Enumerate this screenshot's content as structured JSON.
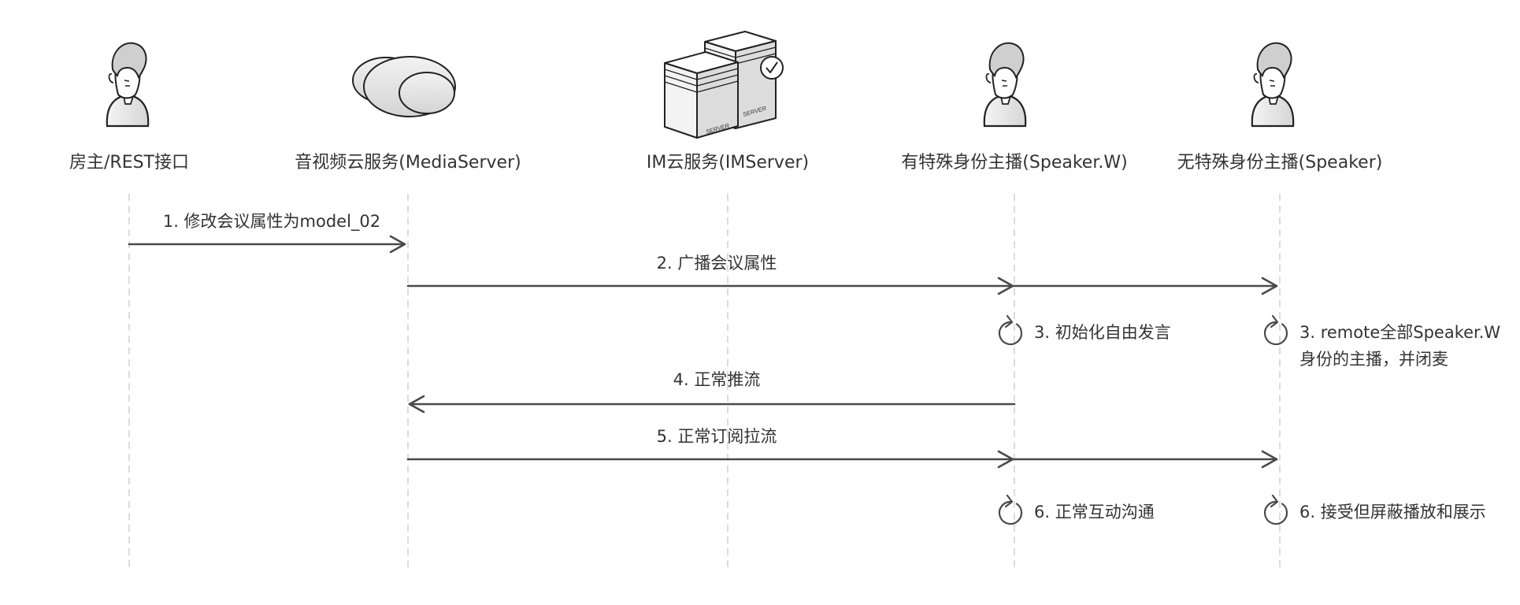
{
  "actors": [
    {
      "label": "房主/REST接口",
      "icon": "person-icon"
    },
    {
      "label": "音视频云服务(MediaServer)",
      "icon": "cloud-icon"
    },
    {
      "label": "IM云服务(IMServer)",
      "icon": "server-icon"
    },
    {
      "label": "有特殊身份主播(Speaker.W)",
      "icon": "person-icon"
    },
    {
      "label": "无特殊身份主播(Speaker)",
      "icon": "person-icon"
    }
  ],
  "server_tags": [
    "SERVER",
    "SERVER"
  ],
  "messages": [
    {
      "label": "1. 修改会议属性为model_02"
    },
    {
      "label": "2. 广播会议属性"
    },
    {
      "label": "4. 正常推流"
    },
    {
      "label": "5. 正常订阅拉流"
    }
  ],
  "steps": [
    {
      "label": "3. 初始化自由发言",
      "icon": "refresh-icon"
    },
    {
      "label_line1": "3. remote全部Speaker.W",
      "label_line2": "身份的主播，并闭麦",
      "icon": "refresh-icon"
    },
    {
      "label": "6. 正常互动沟通",
      "icon": "refresh-icon"
    },
    {
      "label": "6. 接受但屏蔽播放和展示",
      "icon": "refresh-icon"
    }
  ],
  "colors": {
    "line": "#4a4a4a",
    "lifeline": "#cccccc",
    "text": "#333333"
  }
}
